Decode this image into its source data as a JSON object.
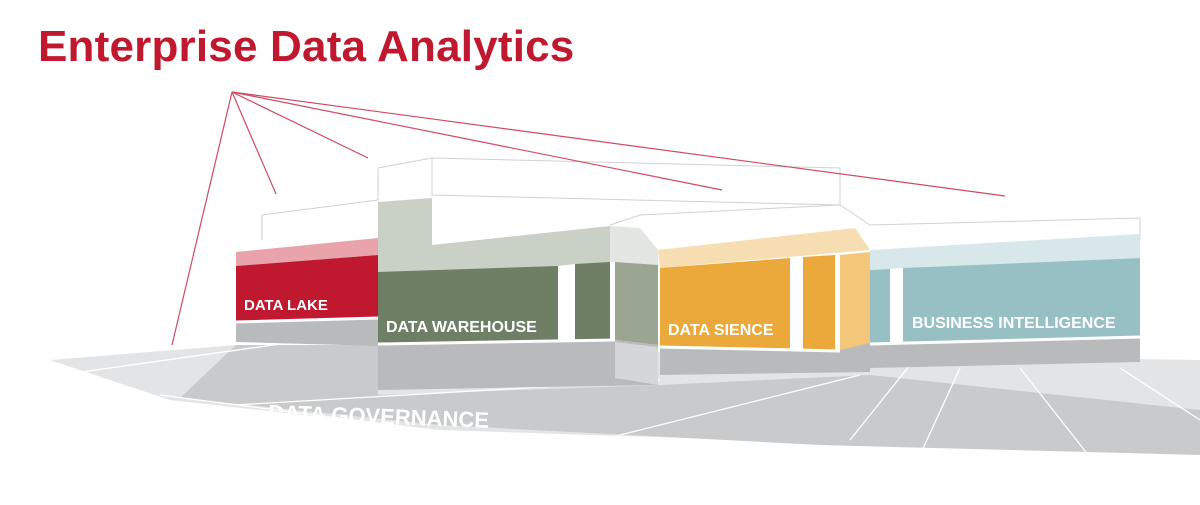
{
  "title": "Enterprise Data Analytics",
  "sections": {
    "data_lake": "DATA LAKE",
    "data_warehouse": "DATA WAREHOUSE",
    "data_science": "DATA SIENCE",
    "business_intelligence": "BUSINESS INTELLIGENCE"
  },
  "foundation": "DATA GOVERNANCE",
  "colors": {
    "title": "#c0182e",
    "data_lake": "#c0182e",
    "data_lake_light": "#e8a3ab",
    "data_warehouse": "#6e7f66",
    "data_warehouse_light": "#c9d0c5",
    "data_science": "#eaa93a",
    "data_science_light": "#f6deb2",
    "business_intelligence": "#97c0c4",
    "business_intelligence_light": "#d8e8ea",
    "base": "#b9babc",
    "floor": "#cfd0d2",
    "lines": "#c9506a"
  }
}
